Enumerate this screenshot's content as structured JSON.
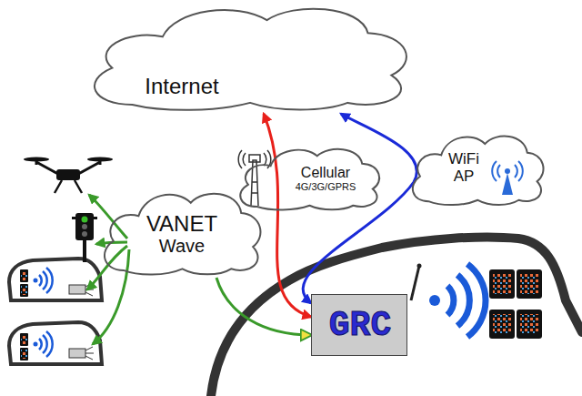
{
  "diagram": {
    "nodes": [
      {
        "text": [
          "Internet"
        ]
      },
      {
        "text": [
          "Cellular",
          "4G/3G/GPRS"
        ]
      },
      {
        "text": [
          "VANET",
          "Wave"
        ]
      },
      {
        "text": [
          "WiFi AP"
        ]
      },
      {
        "text": [
          "GRC"
        ]
      }
    ],
    "edges": [
      {
        "from": 4,
        "to": 0,
        "arrow": "both"
      },
      {
        "from": 4,
        "to": 0,
        "arrow": "both"
      },
      {
        "from": 2,
        "to": 4,
        "arrow": "to"
      }
    ]
  }
}
